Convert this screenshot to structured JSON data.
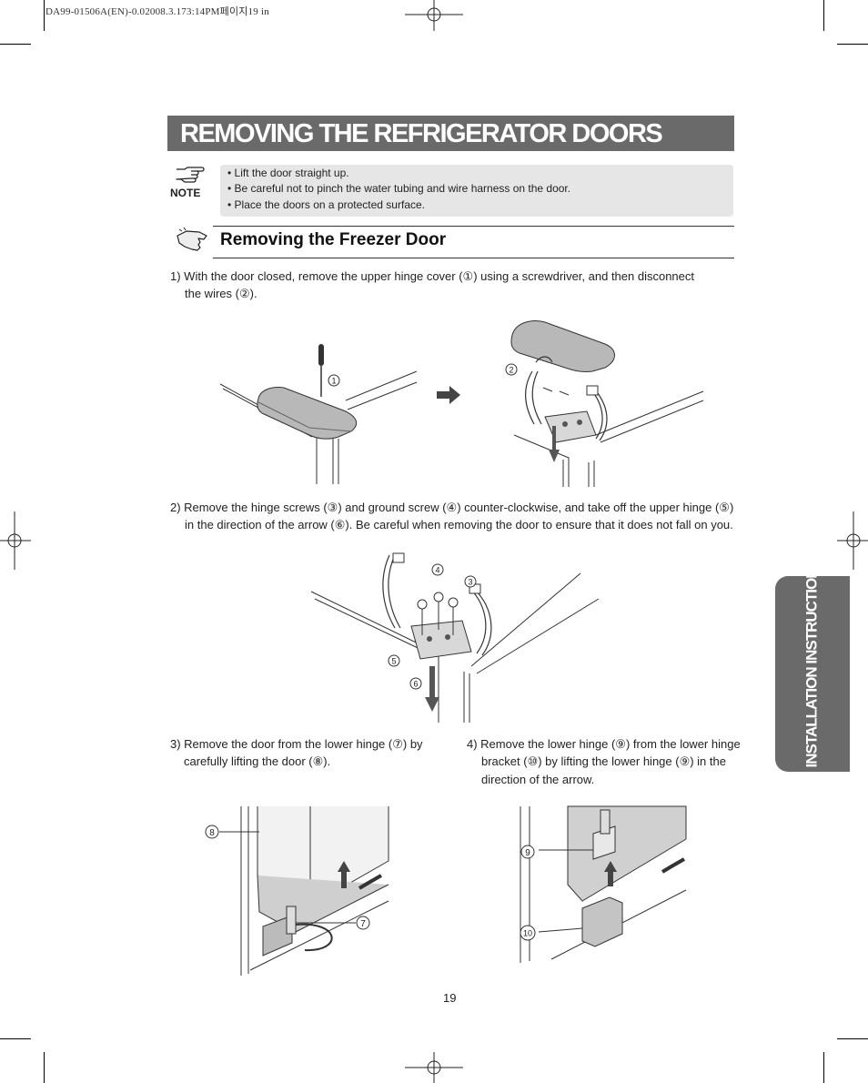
{
  "file_header": "DA99-01506A(EN)-0.02008.3.173:14PM페이지19  in",
  "title": "REMOVING THE REFRIGERATOR  DOORS",
  "note": {
    "label": "NOTE",
    "items": [
      "• Lift the door straight up.",
      "• Be careful not to pinch the water tubing and wire harness on the door.",
      "• Place the doors on a protected surface."
    ]
  },
  "section": {
    "title": "Removing the Freezer Door"
  },
  "steps": {
    "s1": [
      "1) With the door closed, remove the upper hinge cover (①) using a screwdriver, and then disconnect",
      "the wires (②)."
    ],
    "s2": [
      "2) Remove the hinge screws (③) and ground screw (④) counter-clockwise, and take off the upper hinge (⑤)",
      "in the direction of the arrow (⑥). Be careful when removing the door to ensure that it does not fall on you."
    ],
    "s3": [
      "3) Remove the door from the lower hinge (⑦) by",
      "carefully lifting the door (⑧)."
    ],
    "s4": [
      "4) Remove the lower hinge (⑨) from the lower hinge",
      "bracket (⑩) by lifting the lower hinge (⑨) in the",
      "direction of the arrow."
    ]
  },
  "callouts": {
    "c1": "1",
    "c2": "2",
    "c3": "3",
    "c4": "4",
    "c5": "5",
    "c6": "6",
    "c7": "7",
    "c8": "8",
    "c9": "9",
    "c10": "10"
  },
  "side_tab": "INSTALLATION INSTRUCTIONS",
  "page_number": "19",
  "icons": [
    "note-hand-icon",
    "section-hand-icon",
    "registration-mark-icon"
  ]
}
